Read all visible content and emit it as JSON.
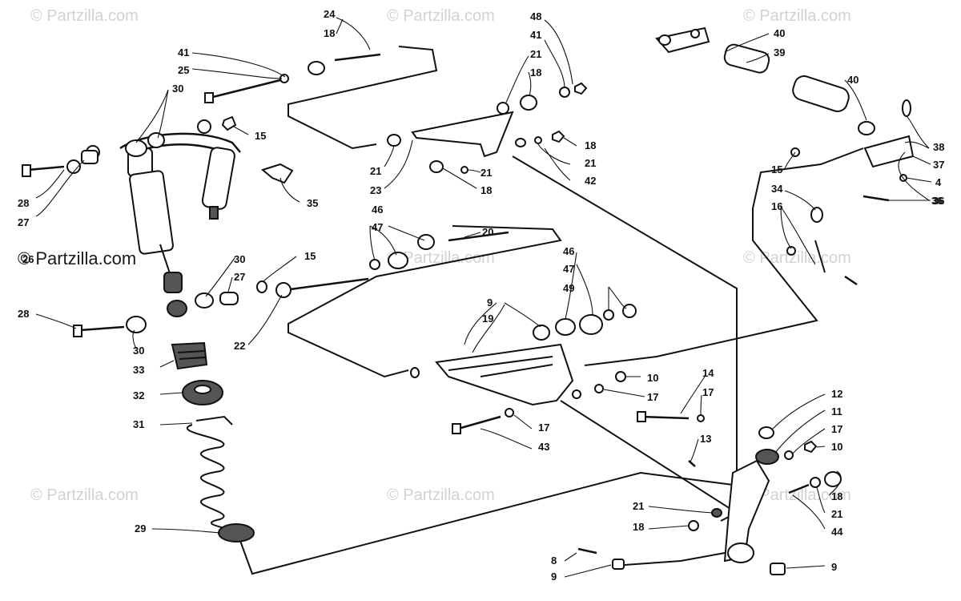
{
  "watermark": "© Partzilla.com",
  "labels": [
    "24",
    "18",
    "48",
    "41",
    "21",
    "18",
    "41",
    "25",
    "30",
    "15",
    "28",
    "27",
    "35",
    "21",
    "23",
    "18",
    "21",
    "18",
    "42",
    "21",
    "40",
    "39",
    "40",
    "38",
    "37",
    "4",
    "36",
    "15",
    "34",
    "16",
    "36",
    "46",
    "47",
    "20",
    "30",
    "27",
    "15",
    "26",
    "46",
    "47",
    "49",
    "9",
    "19",
    "28",
    "30",
    "33",
    "22",
    "10",
    "17",
    "14",
    "17",
    "12",
    "11",
    "17",
    "10",
    "32",
    "31",
    "17",
    "43",
    "13",
    "18",
    "21",
    "44",
    "21",
    "18",
    "29",
    "8",
    "9",
    "9"
  ]
}
